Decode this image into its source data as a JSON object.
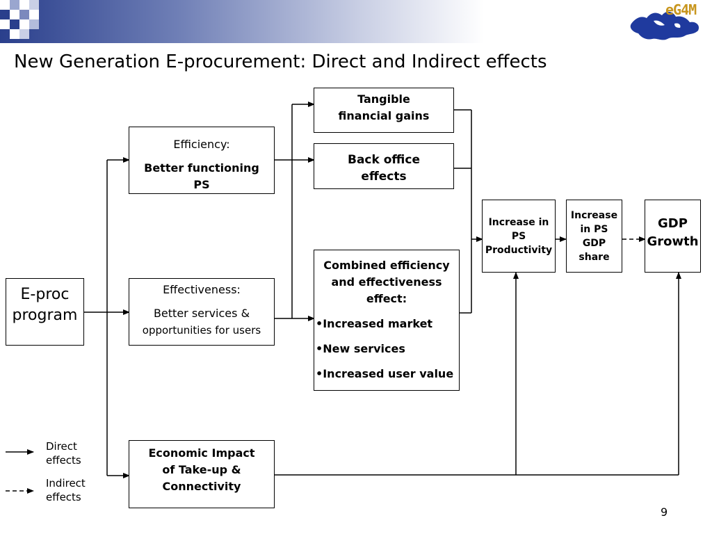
{
  "slide": {
    "title": "New Generation E-procurement: Direct and Indirect effects",
    "logo_text": "eG4M",
    "page_number": "9"
  },
  "nodes": {
    "eproc": {
      "line1": "E-proc",
      "line2": "program"
    },
    "efficiency": {
      "label": "Efficiency:",
      "line1": "Better functioning",
      "line2": "PS"
    },
    "effectiveness": {
      "label": "Effectiveness:",
      "line1": "Better services &",
      "line2": "opportunities for users"
    },
    "economic": {
      "line1": "Economic Impact",
      "line2": "of Take-up &",
      "line3": "Connectivity"
    },
    "tangible": {
      "line1": "Tangible",
      "line2": "financial gains"
    },
    "backoffice": {
      "line1": "Back office",
      "line2": "effects"
    },
    "combined": {
      "line1": "Combined efficiency",
      "line2": "and effectiveness",
      "line3": "effect:",
      "bullets": [
        "•Increased market",
        "•New services",
        "•Increased user value"
      ]
    },
    "productivity": {
      "line1": "Increase in",
      "line2": "PS",
      "line3": "Productivity"
    },
    "gdpshare": {
      "line1": "Increase",
      "line2": "in PS",
      "line3": "GDP",
      "line4": "share"
    },
    "gdp": {
      "line1": "GDP",
      "line2": "Growth"
    }
  },
  "legend": {
    "direct": {
      "line1": "Direct",
      "line2": "effects"
    },
    "indirect": {
      "line1": "Indirect",
      "line2": "effects"
    }
  },
  "colors": {
    "header_dark": "#2a3f8c",
    "logo_map": "#1f3a9e",
    "logo_text": "#c8961e"
  }
}
